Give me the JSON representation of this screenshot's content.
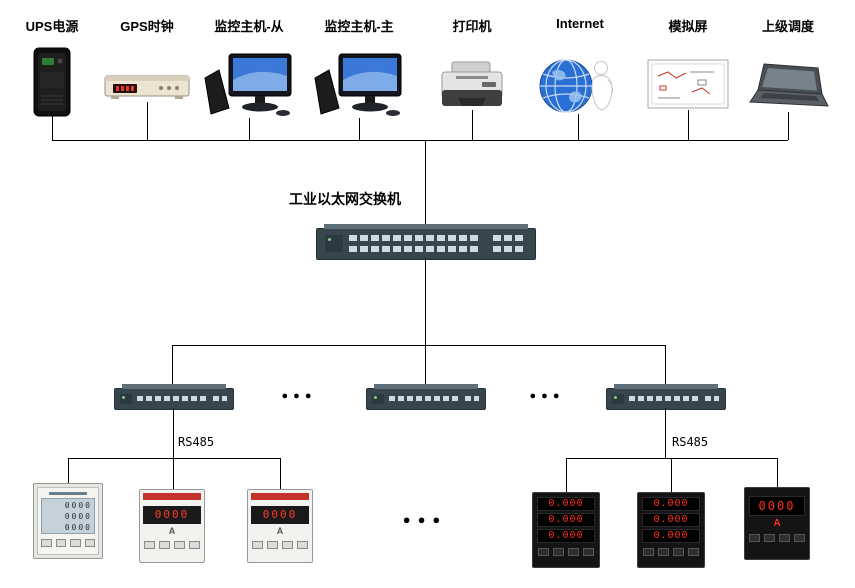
{
  "diagram": {
    "top_devices": [
      {
        "label": "UPS电源"
      },
      {
        "label": "GPS时钟"
      },
      {
        "label": "监控主机-从"
      },
      {
        "label": "监控主机-主"
      },
      {
        "label": "打印机"
      },
      {
        "label": "Internet"
      },
      {
        "label": "模拟屏"
      },
      {
        "label": "上级调度"
      }
    ],
    "main_switch_label": "工业以太网交换机",
    "rs485_left_label": "RS485",
    "rs485_right_label": "RS485",
    "ellipsis": "●●●",
    "meters": {
      "left": [
        {
          "rows": [
            "0000",
            "0000",
            "0000"
          ]
        },
        {
          "display": "0000",
          "unit": "A"
        },
        {
          "display": "0000",
          "unit": "A"
        }
      ],
      "right": [
        {
          "rows": [
            "0.000",
            "0.000",
            "0.000"
          ]
        },
        {
          "rows": [
            "0.000",
            "0.000",
            "0.000"
          ]
        },
        {
          "display": "0000",
          "unit": "A"
        }
      ]
    },
    "colors": {
      "line": "#000000",
      "switch_body": "#37454d",
      "led_red": "#ff2f1e",
      "globe_blue": "#2a6fd4",
      "meter_band_red": "#c4332b"
    }
  }
}
